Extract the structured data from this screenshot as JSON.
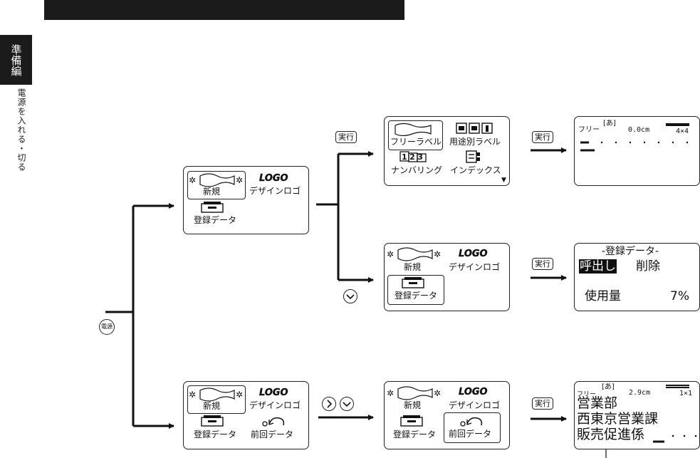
{
  "sidebar": {
    "tab_label": "準備編",
    "section_title": "電源を入れる・切る"
  },
  "keys": {
    "execute": "実行",
    "power": "電源"
  },
  "menu_a": {
    "new": "新規",
    "design_logo": "デザインロゴ",
    "registered": "登録データ",
    "logo_text": "LOGO"
  },
  "menu_b": {
    "new": "新規",
    "design_logo": "デザインロゴ",
    "registered": "登録データ",
    "previous": "前回データ",
    "logo_text": "LOGO"
  },
  "label_types": {
    "free": "フリーラベル",
    "purpose": "用途別ラベル",
    "numbering": "ナンバリング",
    "index": "インデックス",
    "more_arrow": "▼",
    "num_glyphs": "123"
  },
  "free_input": {
    "mode": "フリー",
    "bracket": "[あ]",
    "length": "0.0cm",
    "grid": "4×4"
  },
  "reg_data": {
    "title": "-登録データ-",
    "recall": "呼出し",
    "delete": "削除",
    "usage_label": "使用量",
    "usage_value": "7%"
  },
  "prev_data": {
    "mode": "フリー",
    "bracket": "[あ]",
    "length": "2.9cm",
    "grid": "1×1",
    "line1": "営業部",
    "line2": "西東京営業課",
    "line3": "販売促進係"
  }
}
